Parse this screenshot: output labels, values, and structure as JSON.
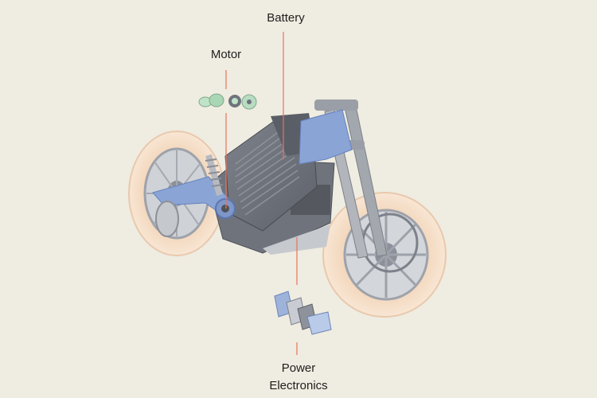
{
  "labels": {
    "battery": "Battery",
    "motor": "Motor",
    "power_line1": "Power",
    "power_line2": "Electronics"
  },
  "colors": {
    "background": "#efece1",
    "leader_line": "#e8735a",
    "tire": "#f7dcc2",
    "frame_blue": "#8aa4d6",
    "metal": "#8d9098",
    "motor_green": "#bfe3c8"
  },
  "icons": [
    "motorcycle-illustration",
    "motor-exploded-parts",
    "power-electronics-exploded-parts"
  ]
}
